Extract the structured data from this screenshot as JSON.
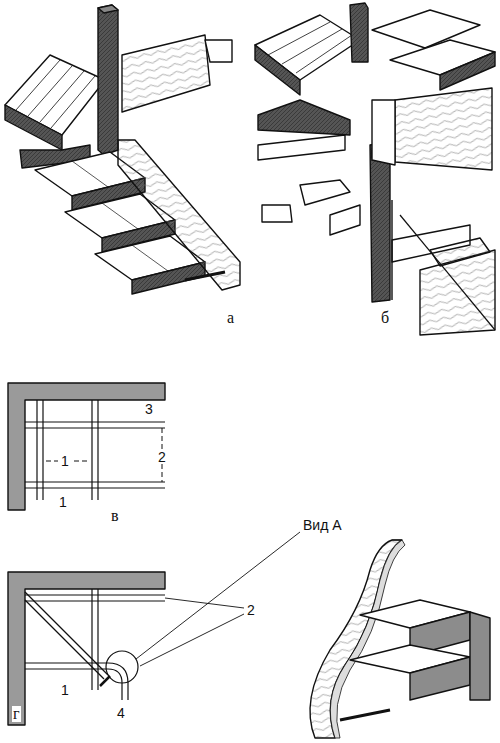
{
  "diagram": {
    "labels": [
      "а",
      "б",
      "3",
      "1",
      "2",
      "1",
      "в",
      "Вид А",
      "2",
      "1",
      "4",
      "г"
    ]
  }
}
